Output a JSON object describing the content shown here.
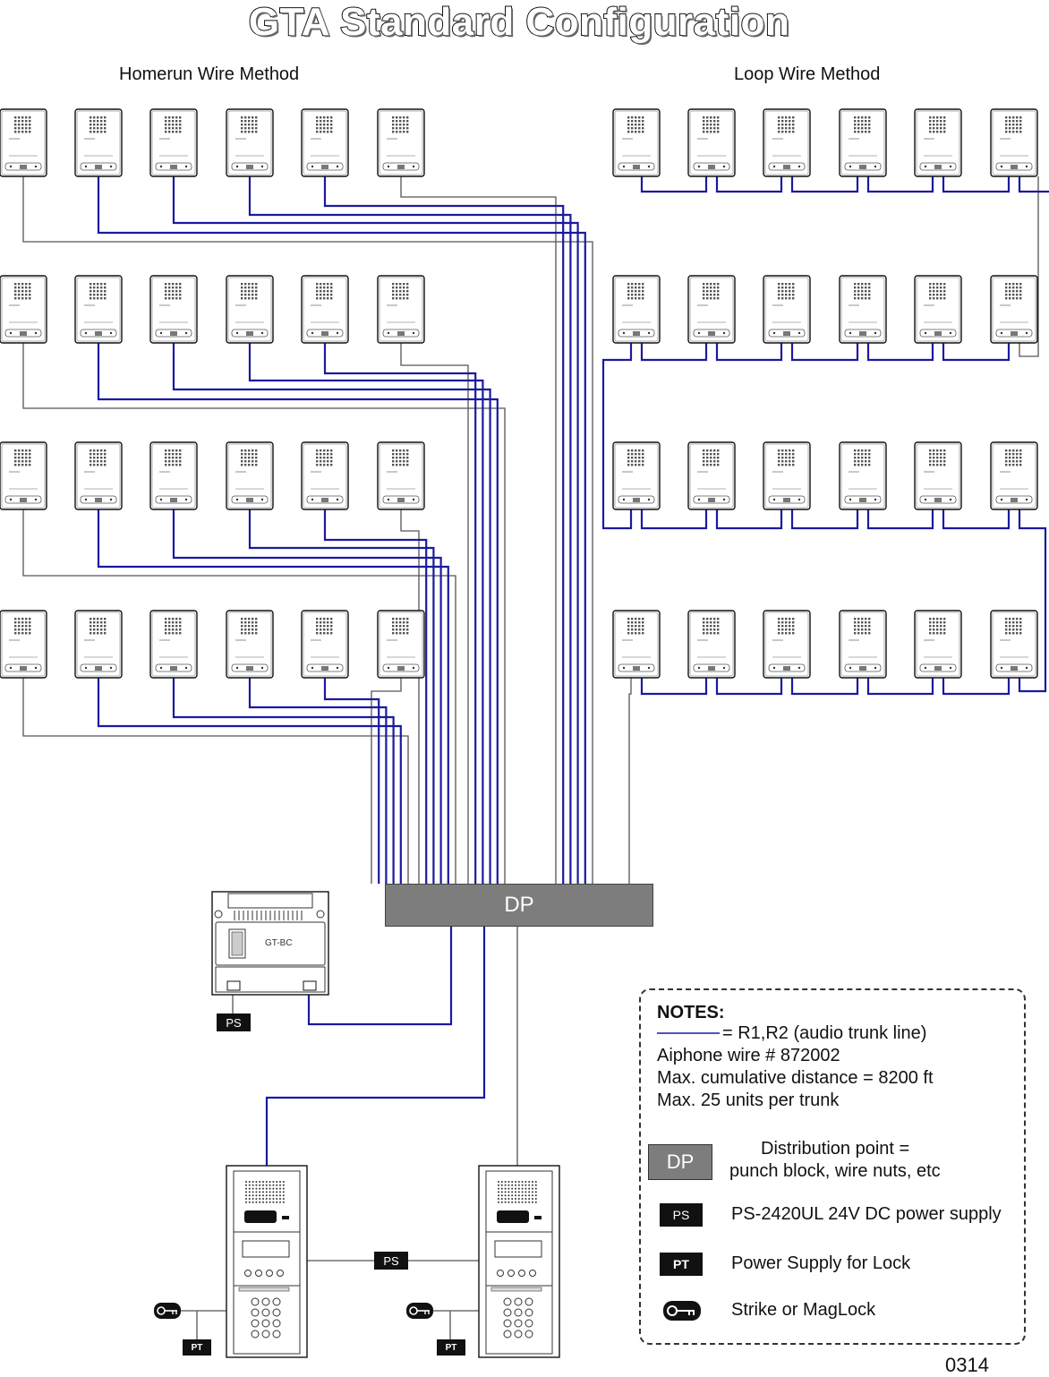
{
  "title": "GTA Standard Configuration",
  "sections": {
    "homerun_label": "Homerun Wire Method",
    "loop_label": "Loop Wire Method"
  },
  "distribution_point": {
    "label": "DP"
  },
  "bus_controller": {
    "label": "GT-BC",
    "power_tag": "PS"
  },
  "entrance_stations": {
    "power_tag": "PS",
    "lock_tag_left": "PT",
    "lock_tag_right": "PT"
  },
  "notes": {
    "heading": "NOTES:",
    "line1": "= R1,R2 (audio trunk line)",
    "line2": "Aiphone wire # 872002",
    "line3": "Max. cumulative distance = 8200 ft",
    "line4": "Max. 25 units per trunk"
  },
  "legend": {
    "dp_symbol": "DP",
    "dp_text_1": "Distribution point =",
    "dp_text_2": "punch block, wire nuts, etc",
    "ps_symbol": "PS",
    "ps_text": "PS-2420UL 24V DC power supply",
    "pt_symbol": "PT",
    "pt_text": "Power Supply for Lock",
    "lock_text": "Strike or MagLock"
  },
  "document_number": "0314",
  "colors": {
    "trunk_wire": "#1a1aa0",
    "grey_wire": "#555555",
    "dp_fill": "#7d7d7d",
    "tag_fill": "#111111"
  },
  "icons": {
    "tenant_station": "intercom-handset-icon",
    "lock": "strike-lock-icon",
    "bus_controller": "gt-bc-module-icon",
    "entrance_panel": "entrance-panel-icon"
  }
}
